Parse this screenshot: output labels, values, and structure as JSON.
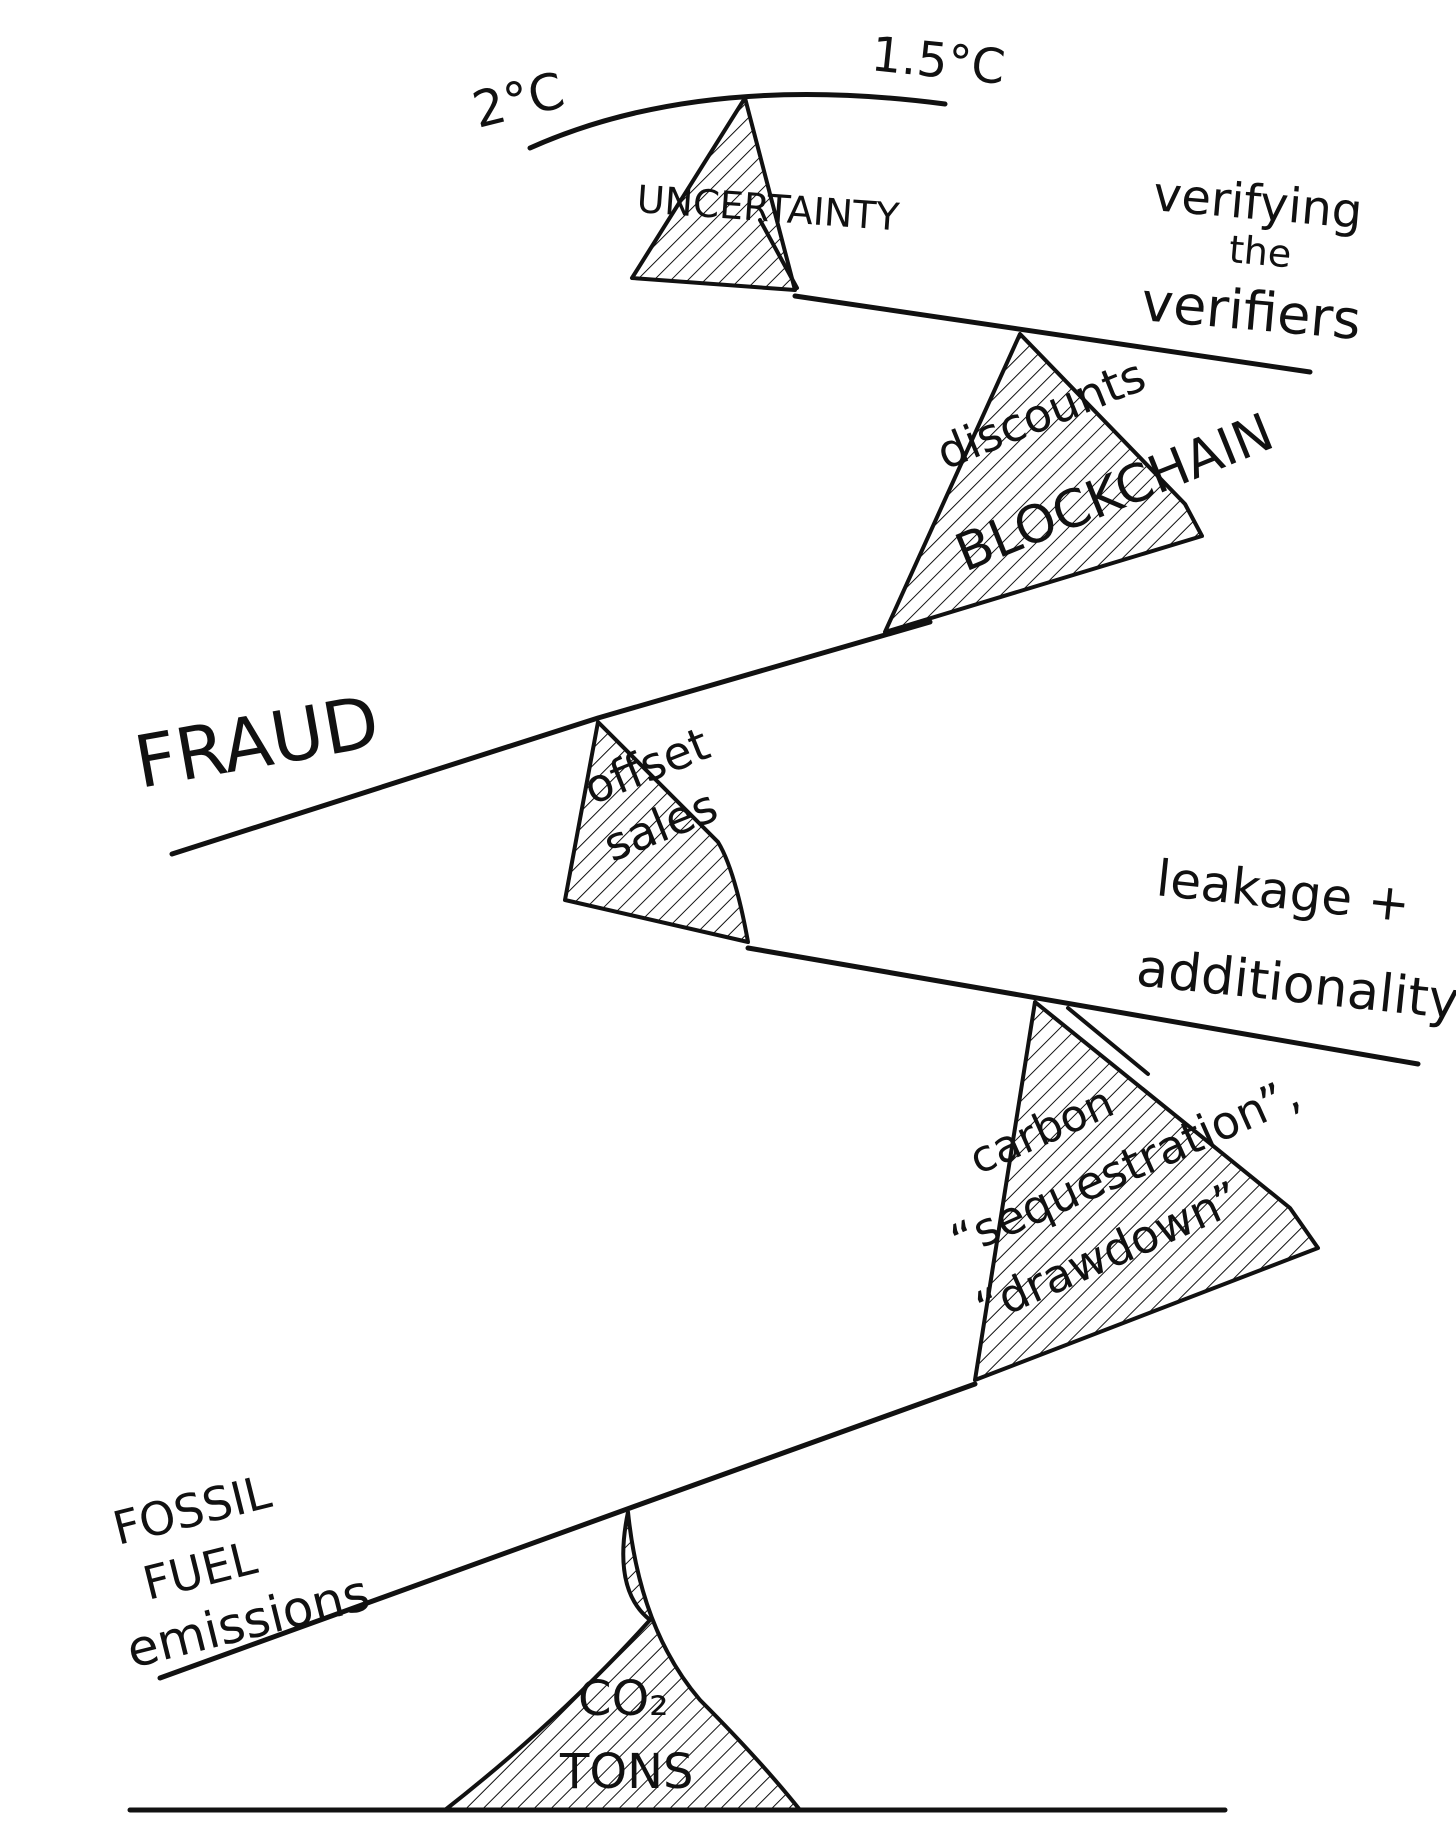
{
  "diagram": {
    "top_arc": {
      "left_label": "2°C",
      "right_label": "1.5°C"
    },
    "levels": [
      {
        "fulcrum_label": "UNCERTAINTY",
        "side_label_lines": [
          "verifying",
          "the",
          "verifiers"
        ]
      },
      {
        "fulcrum_label_lines": [
          "discounts",
          "BLOCKCHAIN"
        ]
      },
      {
        "side_label": "FRAUD"
      },
      {
        "fulcrum_label_lines": [
          "offset",
          "sales"
        ]
      },
      {
        "side_label_lines": [
          "leakage +",
          "additionality"
        ]
      },
      {
        "fulcrum_label_lines": [
          "carbon",
          "“sequestration”,",
          "“drawdown”"
        ]
      },
      {
        "side_label_lines": [
          "FOSSIL",
          "FUEL",
          "emissions"
        ]
      },
      {
        "base_label_lines": [
          "CO₂",
          "TONS"
        ]
      }
    ],
    "colors": {
      "ink": "#111111",
      "paper": "#ffffff"
    }
  }
}
